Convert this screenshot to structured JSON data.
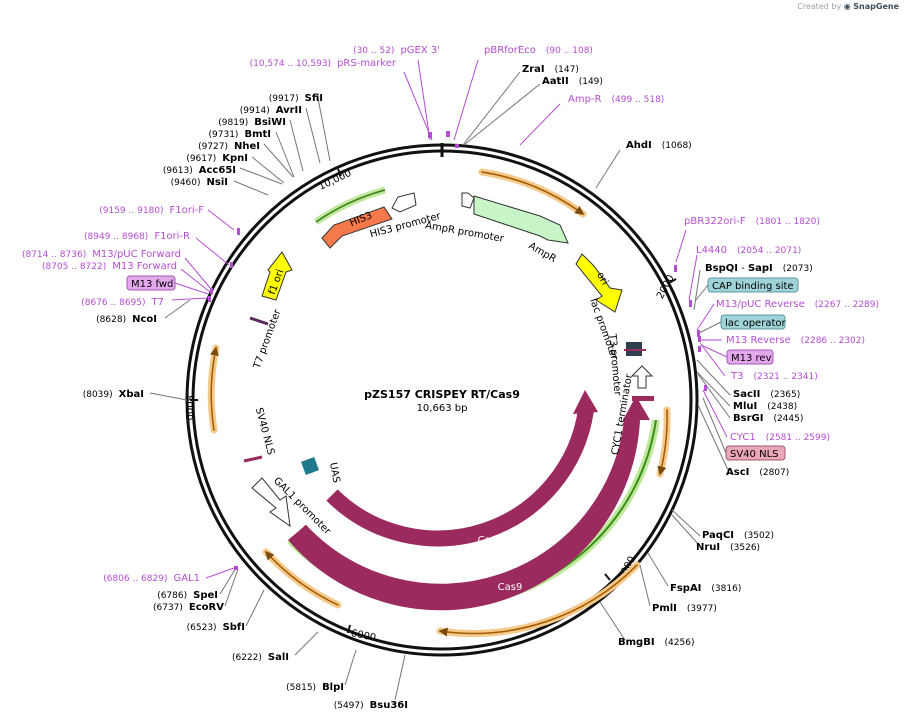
{
  "watermark": {
    "prefix": "Created by",
    "brand": "SnapGene"
  },
  "plasmid": {
    "name": "pZS157 CRISPEY RT/Cas9",
    "size": "10,663 bp"
  },
  "ticks": [
    "2000",
    "4000",
    "6000",
    "8000",
    "10,000"
  ],
  "colors": {
    "ring": "#111111",
    "primer": "#b44ed1",
    "cas9": "#9b2a5e",
    "gal1_ring": "#8dc63f",
    "orange": "#f5a623",
    "his3": "#f5794a",
    "ampr": "#c8f5c8",
    "ori": "#ffff00"
  },
  "enzymes": [
    {
      "name": "ZraI",
      "pos": "(147)"
    },
    {
      "name": "AatII",
      "pos": "(149)"
    },
    {
      "name": "AhdI",
      "pos": "(1068)"
    },
    {
      "name": "BspQI",
      "sep": " - ",
      "name2": "SapI",
      "pos": "(2073)"
    },
    {
      "name": "SacII",
      "pos": "(2365)"
    },
    {
      "name": "MluI",
      "pos": "(2438)"
    },
    {
      "name": "BsrGI",
      "pos": "(2445)"
    },
    {
      "name": "AscI",
      "pos": "(2807)"
    },
    {
      "name": "PaqCI",
      "pos": "(3502)"
    },
    {
      "name": "NruI",
      "pos": "(3526)"
    },
    {
      "name": "FspAI",
      "pos": "(3816)"
    },
    {
      "name": "PmlI",
      "pos": "(3977)"
    },
    {
      "name": "BmgBI",
      "pos": "(4256)"
    },
    {
      "name": "Bsu36I",
      "pos": "(5497)"
    },
    {
      "name": "BlpI",
      "pos": "(5815)"
    },
    {
      "name": "SalI",
      "pos": "(6222)"
    },
    {
      "name": "SbfI",
      "pos": "(6523)"
    },
    {
      "name": "EcoRV",
      "pos": "(6737)"
    },
    {
      "name": "SpeI",
      "pos": "(6786)"
    },
    {
      "name": "XbaI",
      "pos": "(8039)"
    },
    {
      "name": "NcoI",
      "pos": "(8628)"
    },
    {
      "name": "NsiI",
      "pos": "(9460)"
    },
    {
      "name": "Acc65I",
      "pos": "(9613)"
    },
    {
      "name": "KpnI",
      "pos": "(9617)"
    },
    {
      "name": "NheI",
      "pos": "(9727)"
    },
    {
      "name": "BmtI",
      "pos": "(9731)"
    },
    {
      "name": "BsiWI",
      "pos": "(9819)"
    },
    {
      "name": "AvrII",
      "pos": "(9914)"
    },
    {
      "name": "SfiI",
      "pos": "(9917)"
    }
  ],
  "primers": [
    {
      "name": "pGEX 3'",
      "pos": "(30 .. 52)"
    },
    {
      "name": "pRS-marker",
      "pos": "(10,574 .. 10,593)"
    },
    {
      "name": "pBRforEco",
      "pos": "(90 .. 108)"
    },
    {
      "name": "Amp-R",
      "pos": "(499 .. 518)"
    },
    {
      "name": "pBR322ori-F",
      "pos": "(1801 .. 1820)"
    },
    {
      "name": "L4440",
      "pos": "(2054 .. 2071)"
    },
    {
      "name": "M13/pUC Reverse",
      "pos": "(2267 .. 2289)"
    },
    {
      "name": "M13 Reverse",
      "pos": "(2286 .. 2302)"
    },
    {
      "name": "T3",
      "pos": "(2321 .. 2341)"
    },
    {
      "name": "CYC1",
      "pos": "(2581 .. 2599)"
    },
    {
      "name": "GAL1",
      "pos": "(6806 .. 6829)"
    },
    {
      "name": "F1ori-F",
      "pos": "(9159 .. 9180)"
    },
    {
      "name": "F1ori-R",
      "pos": "(8949 .. 8968)"
    },
    {
      "name": "M13/pUC Forward",
      "pos": "(8714 .. 8736)"
    },
    {
      "name": "M13 Forward",
      "pos": "(8705 .. 8722)"
    },
    {
      "name": "T7",
      "pos": "(8676 .. 8695)"
    }
  ],
  "boxes": {
    "cap": "CAP binding site",
    "lacop": "lac operator",
    "m13rev": "M13 rev",
    "sv40": "SV40 NLS",
    "m13fwd": "M13 fwd"
  },
  "features": {
    "his3": "HIS3",
    "his3_promoter": "HIS3 promoter",
    "ampr_promoter": "AmpR promoter",
    "ampr": "AmpR",
    "ori": "ori",
    "lac_promoter": "lac promoter",
    "t3_promoter": "T3 promoter",
    "cyc1_terminator": "CYC1 terminator",
    "f1_ori": "f1 ori",
    "t7_promoter": "T7 promoter",
    "sv40_nls": "SV40 NLS",
    "uas": "UAS",
    "gal1_promoter": "GAL1 promoter",
    "cas9_inner": "Cas9",
    "cas9_outer": "Cas9"
  }
}
